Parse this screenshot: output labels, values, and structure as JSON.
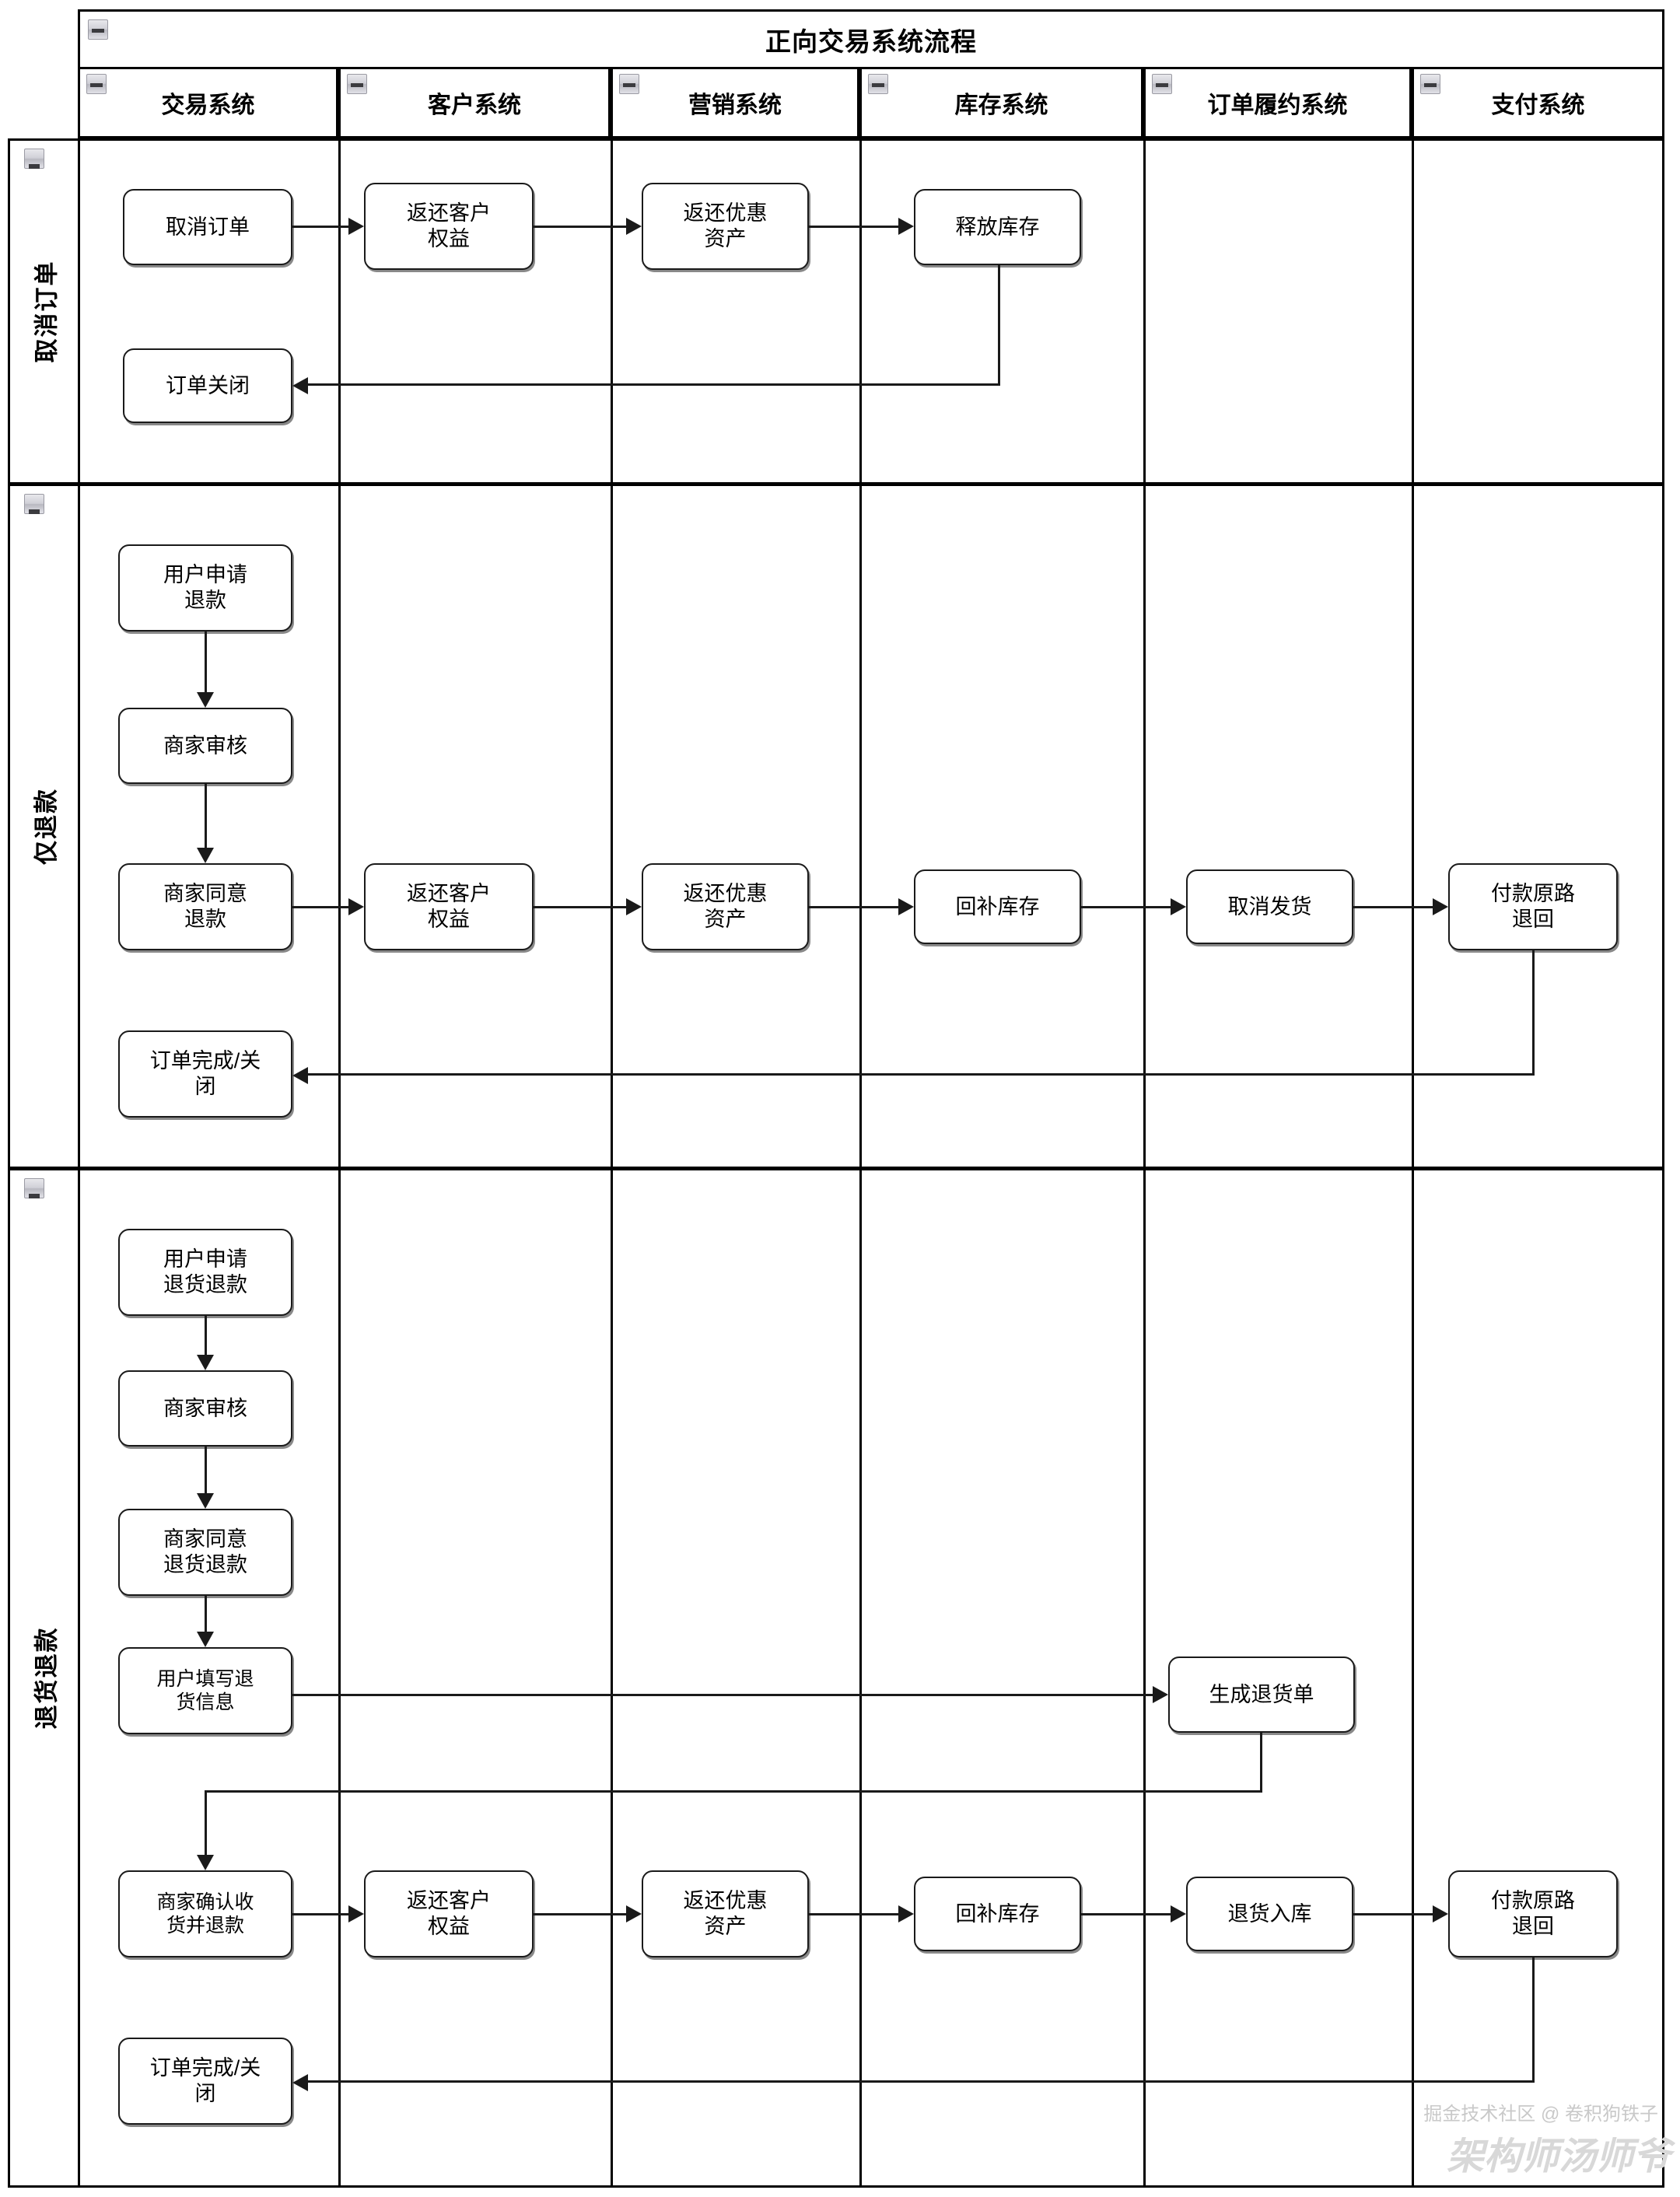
{
  "diagram": {
    "title": "正向交易系统流程",
    "collapse_icon": "minus-collapse-icon",
    "lanes": [
      {
        "id": "trade",
        "label": "交易系统"
      },
      {
        "id": "customer",
        "label": "客户系统"
      },
      {
        "id": "marketing",
        "label": "营销系统"
      },
      {
        "id": "inventory",
        "label": "库存系统"
      },
      {
        "id": "fulfill",
        "label": "订单履约系统"
      },
      {
        "id": "payment",
        "label": "支付系统"
      }
    ],
    "phases": [
      {
        "id": "cancel",
        "label": "取消订单"
      },
      {
        "id": "refund-only",
        "label": "仅退款"
      },
      {
        "id": "return-refund",
        "label": "退货退款"
      }
    ],
    "nodes": {
      "r1n1": "取消订单",
      "r1n2": "返还客户\n权益",
      "r1n3": "返还优惠\n资产",
      "r1n4": "释放库存",
      "r1n5": "订单关闭",
      "r2n1": "用户申请\n退款",
      "r2n2": "商家审核",
      "r2n3": "商家同意\n退款",
      "r2n4": "返还客户\n权益",
      "r2n5": "返还优惠\n资产",
      "r2n6": "回补库存",
      "r2n7": "取消发货",
      "r2n8": "付款原路\n退回",
      "r2n9": "订单完成/关\n闭",
      "r3n1": "用户申请\n退货退款",
      "r3n2": "商家审核",
      "r3n3": "商家同意\n退货退款",
      "r3n4": "用户填写退\n货信息",
      "r3n5": "生成退货单",
      "r3n6": "商家确认收\n货并退款",
      "r3n7": "返还客户\n权益",
      "r3n8": "返还优惠\n资产",
      "r3n9": "回补库存",
      "r3n10": "退货入库",
      "r3n11": "付款原路\n退回",
      "r3n12": "订单完成/关\n闭"
    },
    "watermarks": {
      "community": "掘金技术社区 @ 卷积狗铁子",
      "author": "架构师汤师爷"
    },
    "colors": {
      "stroke": "#1a1a1a",
      "frame": "#000000",
      "background": "#ffffff",
      "watermark": "#d0d0d0"
    }
  }
}
